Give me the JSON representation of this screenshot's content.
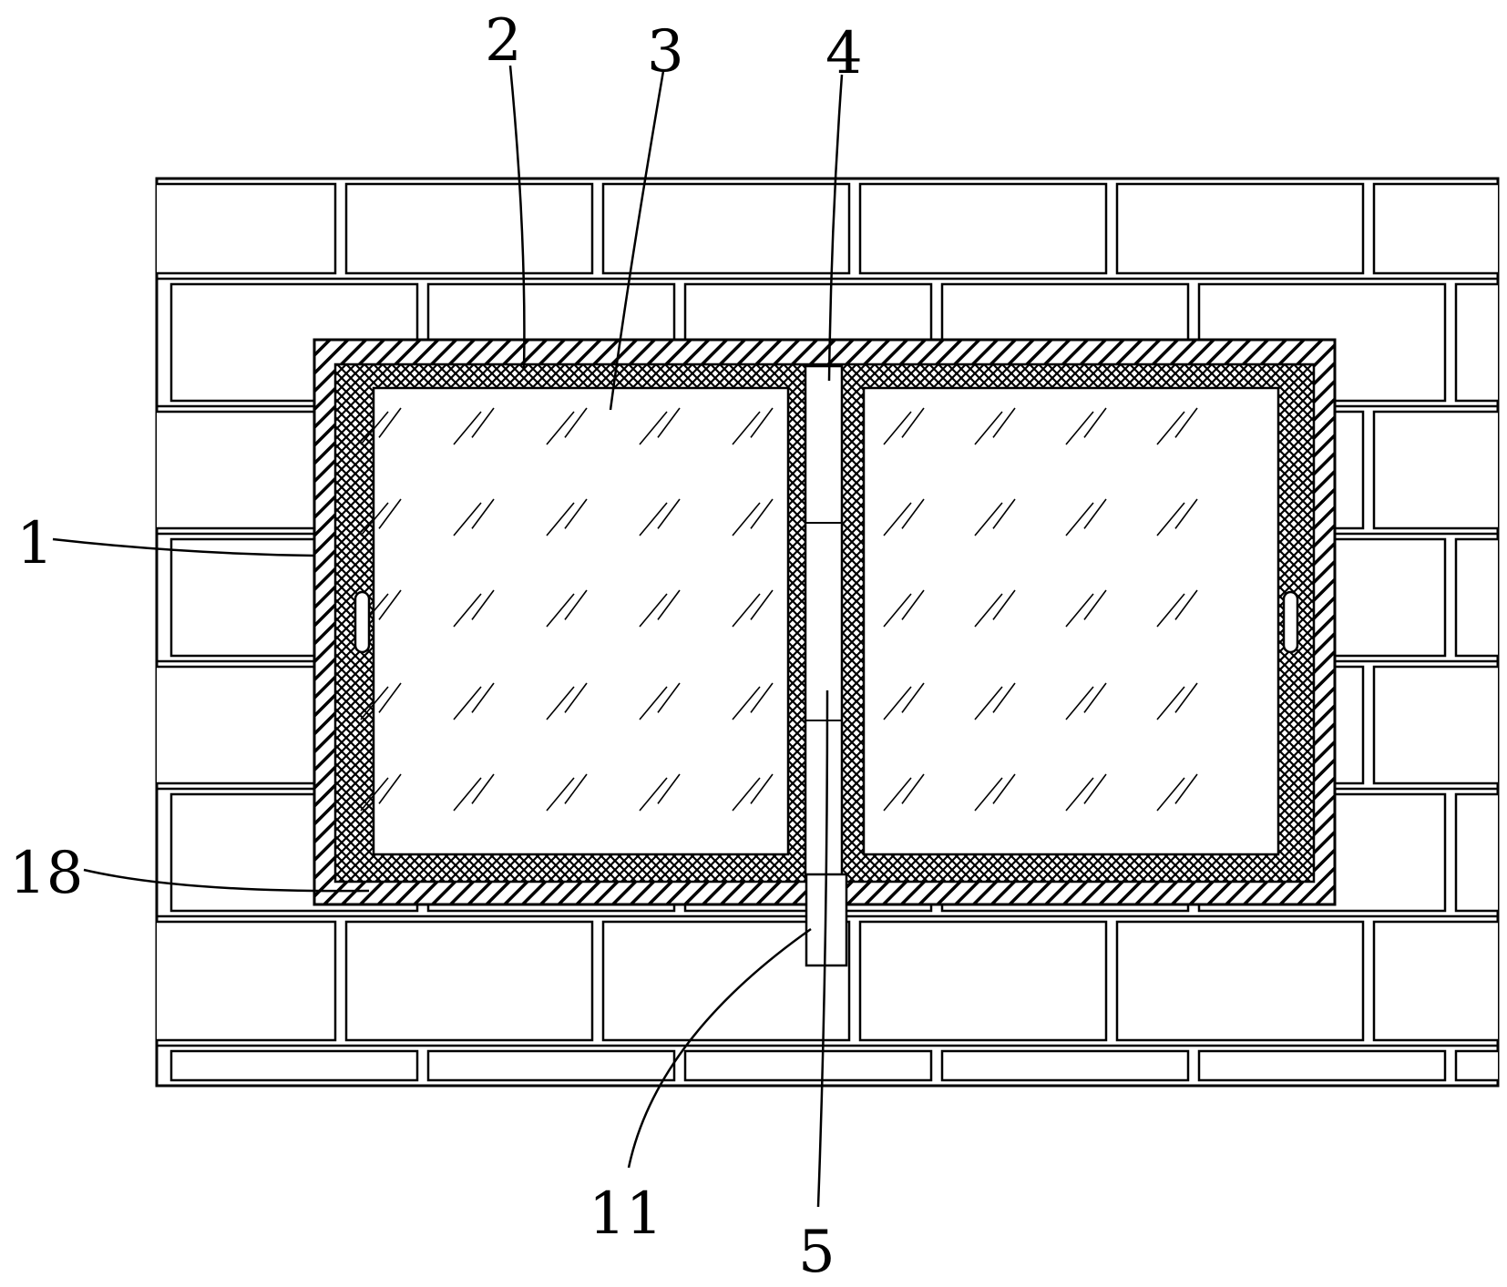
{
  "figure": {
    "labels": [
      {
        "id": "1",
        "text": "1"
      },
      {
        "id": "2",
        "text": "2"
      },
      {
        "id": "3",
        "text": "3"
      },
      {
        "id": "4",
        "text": "4"
      },
      {
        "id": "5",
        "text": "5"
      },
      {
        "id": "11",
        "text": "11"
      },
      {
        "id": "18",
        "text": "18"
      }
    ]
  },
  "colors": {
    "line": "#000000",
    "background": "#ffffff"
  }
}
